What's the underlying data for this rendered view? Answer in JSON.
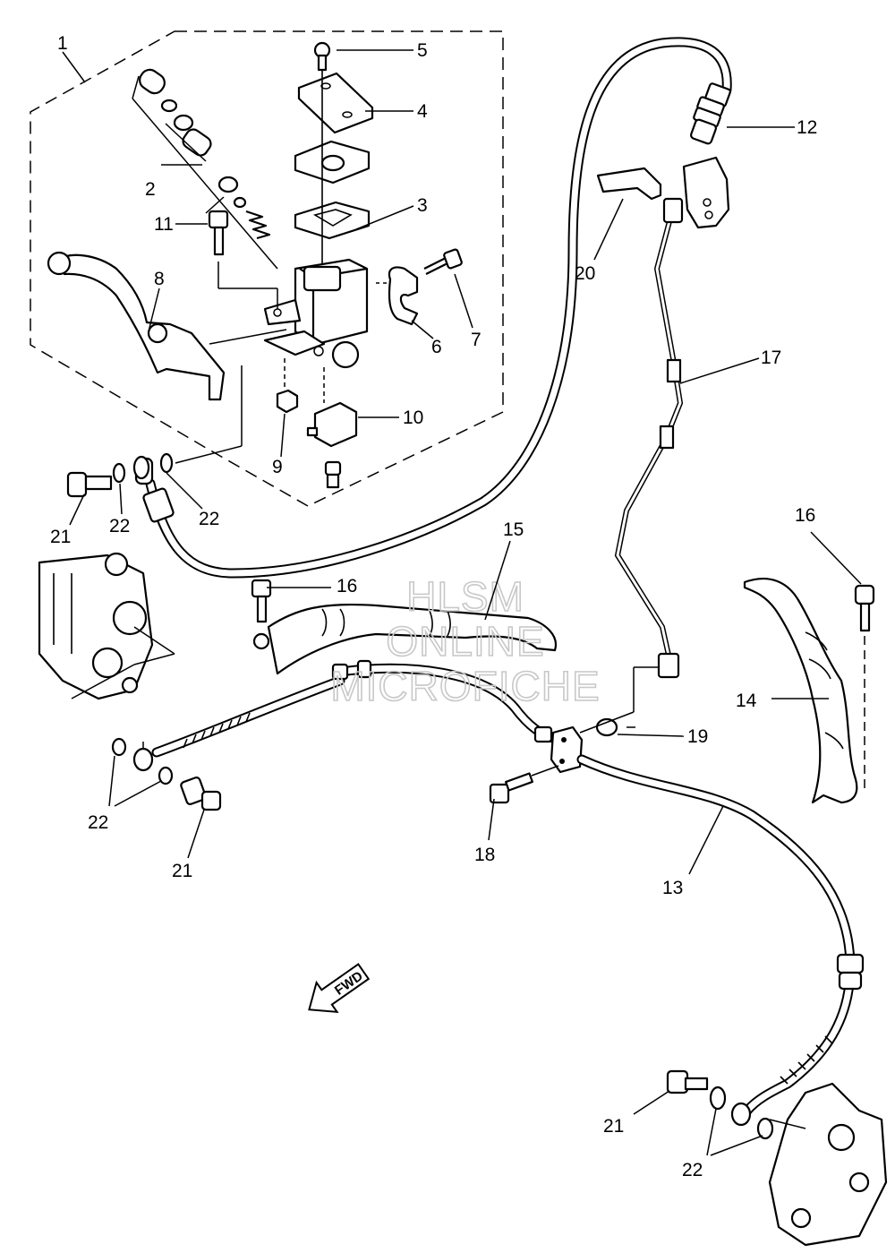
{
  "watermark": {
    "line1": "HLSM",
    "line2": "ONLINE",
    "line3": "MICROFICHE"
  },
  "direction_marker": {
    "label": "FWD"
  },
  "callouts": {
    "c1": "1",
    "c2": "2",
    "c3": "3",
    "c4": "4",
    "c5": "5",
    "c6": "6",
    "c7": "7",
    "c8": "8",
    "c9": "9",
    "c10": "10",
    "c11": "11",
    "c12": "12",
    "c13": "13",
    "c14": "14",
    "c15": "15",
    "c16a": "16",
    "c16b": "16",
    "c17": "17",
    "c18": "18",
    "c19": "19",
    "c20": "20",
    "c21a": "21",
    "c21b": "21",
    "c21c": "21",
    "c22a": "22",
    "c22b": "22",
    "c22c": "22",
    "c22d": "22"
  }
}
